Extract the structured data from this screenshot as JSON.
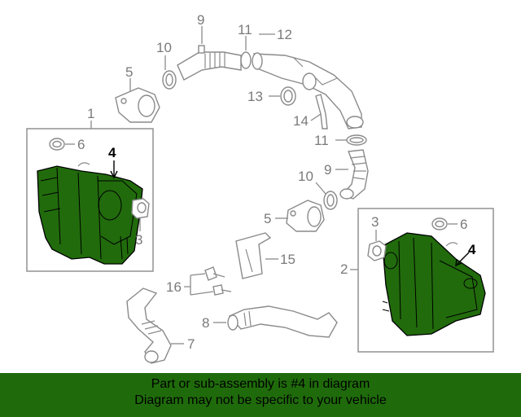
{
  "callouts": {
    "c1": "1",
    "c2": "2",
    "c3a": "3",
    "c3b": "3",
    "c4a": "4",
    "c4b": "4",
    "c5a": "5",
    "c5b": "5",
    "c6a": "6",
    "c6b": "6",
    "c7": "7",
    "c8": "8",
    "c9a": "9",
    "c9b": "9",
    "c10a": "10",
    "c10b": "10",
    "c11a": "11",
    "c11b": "11",
    "c12": "12",
    "c13": "13",
    "c14": "14",
    "c15": "15",
    "c16": "16"
  },
  "highlight_part": "4",
  "colors": {
    "highlight": "#216b0c",
    "banner": "#1f6b0b",
    "linework": "#8a8a8a"
  },
  "banner": {
    "line1": "Part or sub-assembly is #4 in diagram",
    "line2": "Diagram may not be specific to your vehicle"
  }
}
